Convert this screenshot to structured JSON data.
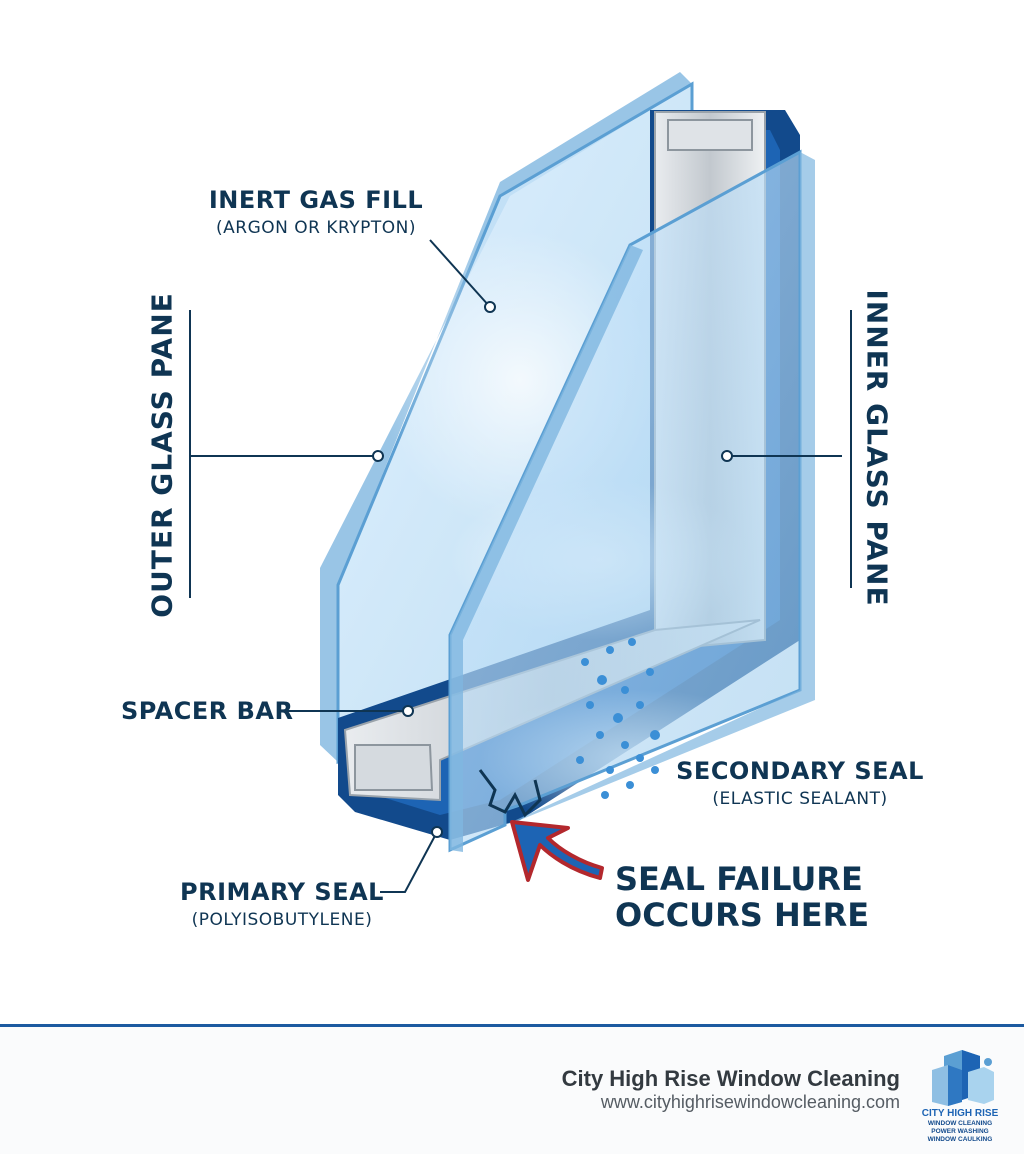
{
  "labels": {
    "inert_gas": {
      "title": "INERT GAS FILL",
      "sub": "(ARGON OR KRYPTON)"
    },
    "outer_pane": "OUTER GLASS PANE",
    "inner_pane": "INNER GLASS PANE",
    "spacer_bar": "SPACER BAR",
    "secondary_seal": {
      "title": "SECONDARY SEAL",
      "sub": "(ELASTIC SEALANT)"
    },
    "primary_seal": {
      "title": "PRIMARY SEAL",
      "sub": "(POLYISOBUTYLENE)"
    },
    "seal_failure": {
      "line1": "SEAL FAILURE",
      "line2": "OCCURS HERE"
    }
  },
  "footer": {
    "company": "City High Rise Window Cleaning",
    "url": "www.cityhighrisewindowcleaning.com",
    "logo": {
      "name": "CITY HIGH RISE",
      "line1": "WINDOW CLEANING",
      "line2": "POWER WASHING",
      "line3": "WINDOW CAULKING"
    }
  },
  "colors": {
    "text": "#0f3553",
    "glass": "#a9d3ee",
    "glass_edge": "#5b9fd3",
    "seal": "#124a8c",
    "spacer": "#c9ced3",
    "arrow": "#1d64b4",
    "arrow_outline": "#b3282d",
    "footer_rule": "#1c5aa0"
  }
}
